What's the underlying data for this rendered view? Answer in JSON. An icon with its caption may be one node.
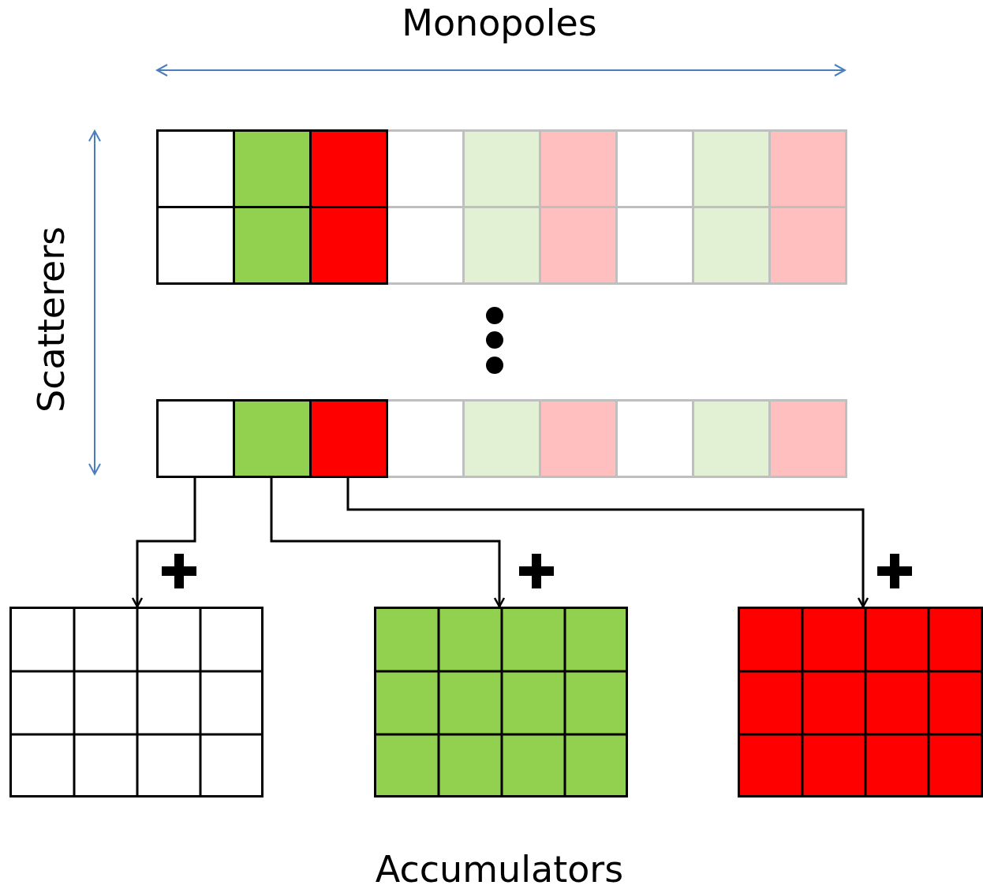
{
  "diagram": {
    "nodes": [
      {
        "text": [],
        "shape": "box"
      },
      {
        "text": [],
        "shape": "box"
      },
      {
        "text": [],
        "shape": "box"
      },
      {
        "text": [],
        "shape": "box"
      },
      {
        "text": [],
        "shape": "box"
      },
      {
        "text": [],
        "shape": "box"
      }
    ],
    "edges": [
      {
        "from": 0,
        "to": 3,
        "arrow": "to"
      },
      {
        "from": 1,
        "to": 4,
        "arrow": "to"
      },
      {
        "from": 2,
        "to": 5,
        "arrow": "to"
      }
    ],
    "labels": [
      "Monopoles",
      "Scatterers",
      "Accumulators"
    ]
  }
}
